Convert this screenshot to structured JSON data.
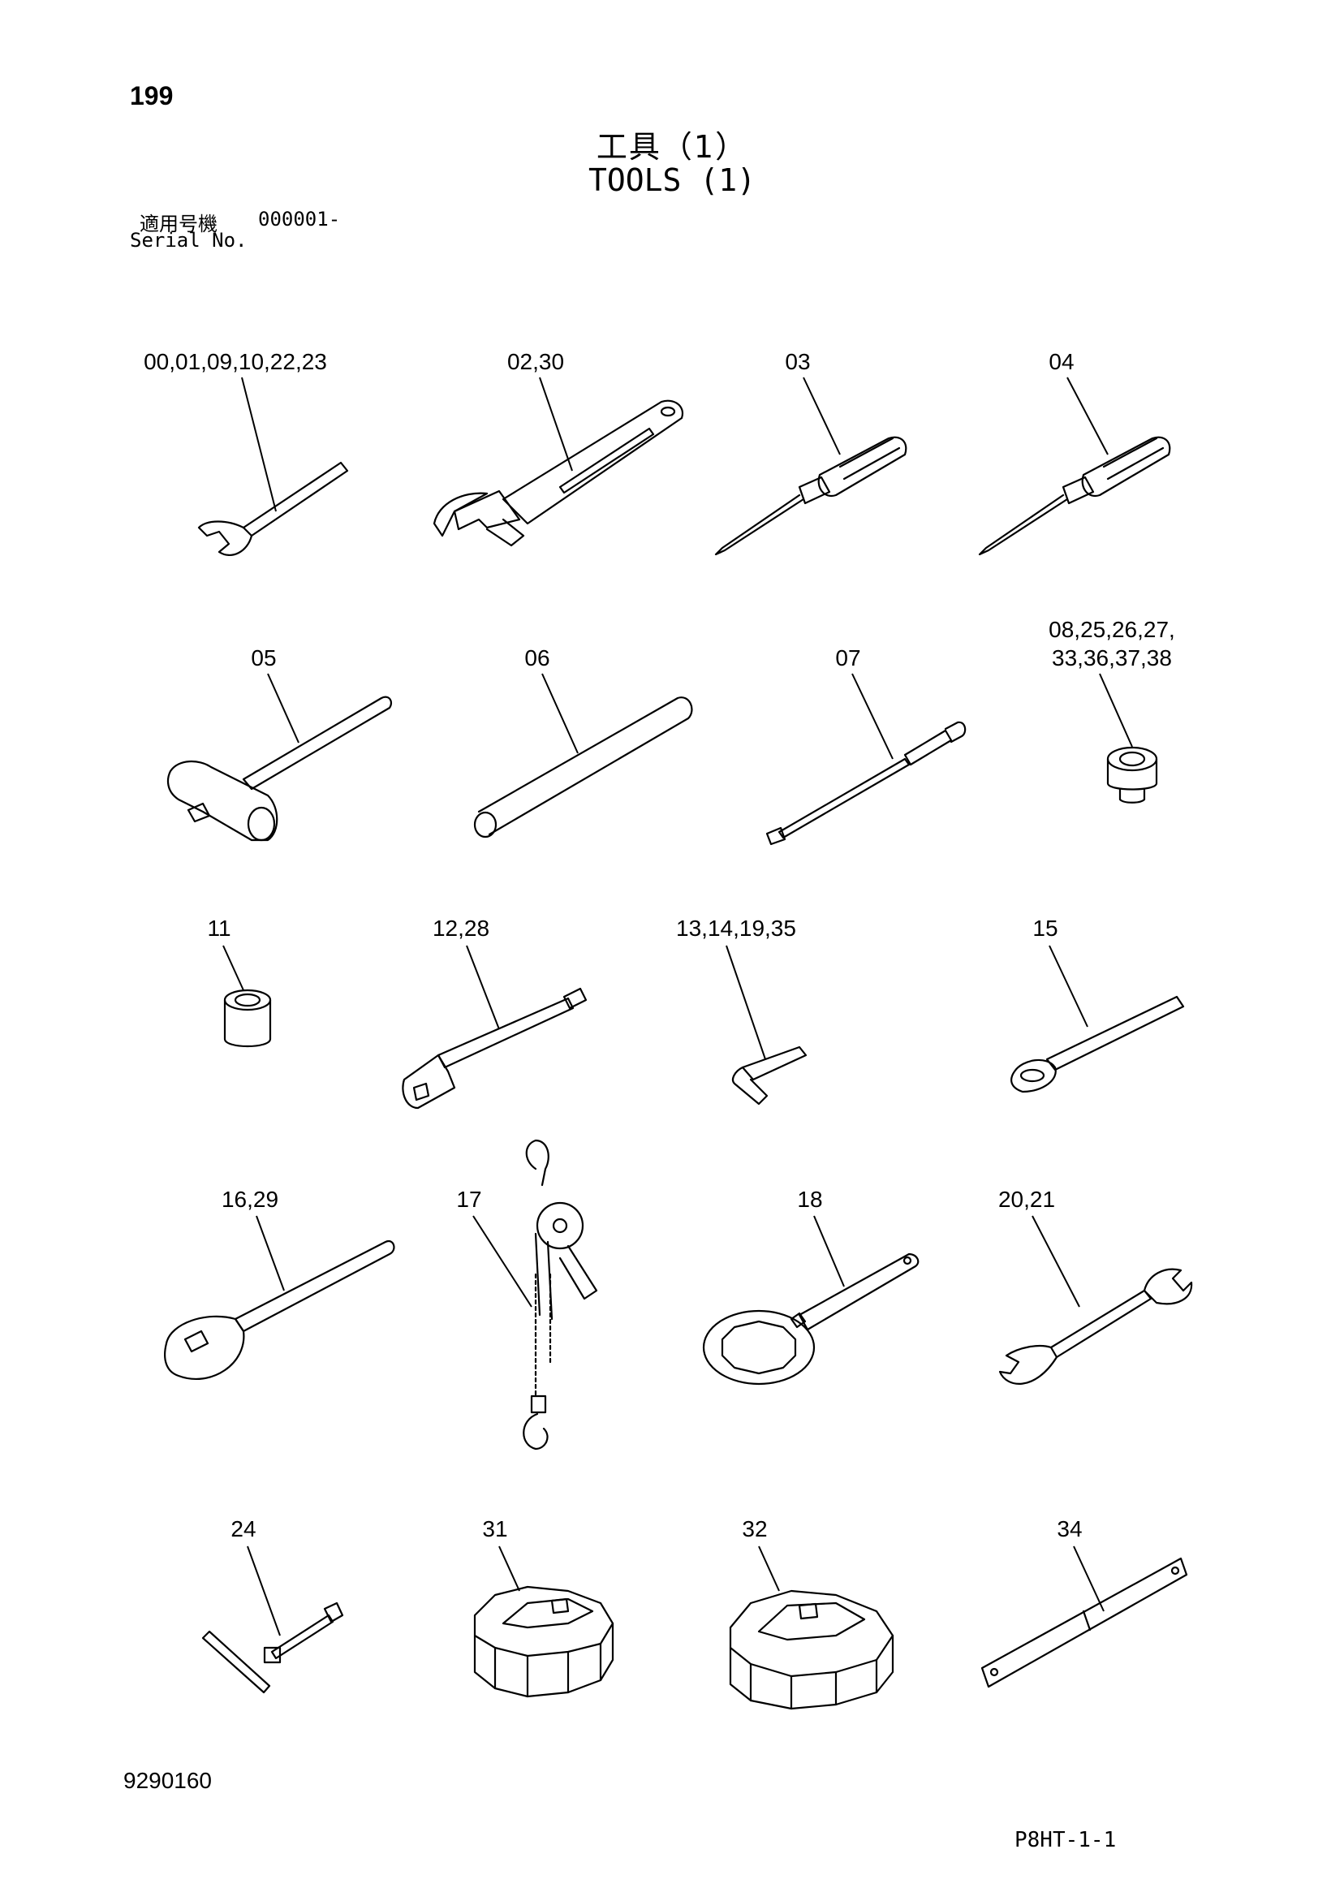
{
  "page": {
    "page_number": "199",
    "title_jp": "工具（1）",
    "title_en": "TOOLS (1)",
    "serial_label_jp": "適用号機",
    "serial_value": "000001-",
    "serial_label_en": "Serial No.",
    "document_code": "9290160",
    "figure_code": "P8HT-1-1"
  },
  "parts": [
    {
      "label": "00,01,09,10,22,23",
      "icon": "open-end-wrench-icon"
    },
    {
      "label": "02,30",
      "icon": "adjustable-wrench-icon"
    },
    {
      "label": "03",
      "icon": "screwdriver-icon"
    },
    {
      "label": "04",
      "icon": "screwdriver-icon"
    },
    {
      "label": "05",
      "icon": "hammer-icon"
    },
    {
      "label": "06",
      "icon": "pipe-icon"
    },
    {
      "label": "07",
      "icon": "extension-bar-icon"
    },
    {
      "label_line1": "08,25,26,27,",
      "label_line2": "33,36,37,38",
      "icon": "socket-icon"
    },
    {
      "label": "11",
      "icon": "socket-icon"
    },
    {
      "label": "12,28",
      "icon": "socket-extension-icon"
    },
    {
      "label": "13,14,19,35",
      "icon": "hex-key-icon"
    },
    {
      "label": "15",
      "icon": "box-wrench-icon"
    },
    {
      "label": "16,29",
      "icon": "ratchet-handle-icon"
    },
    {
      "label": "17",
      "icon": "lever-hoist-icon"
    },
    {
      "label": "18",
      "icon": "spanner-ring-wrench-icon"
    },
    {
      "label": "20,21",
      "icon": "double-open-wrench-icon"
    },
    {
      "label": "24",
      "icon": "t-handle-wrench-icon"
    },
    {
      "label": "31",
      "icon": "filter-cap-wrench-icon"
    },
    {
      "label": "32",
      "icon": "filter-cap-wrench-icon"
    },
    {
      "label": "34",
      "icon": "flat-bar-icon"
    }
  ]
}
